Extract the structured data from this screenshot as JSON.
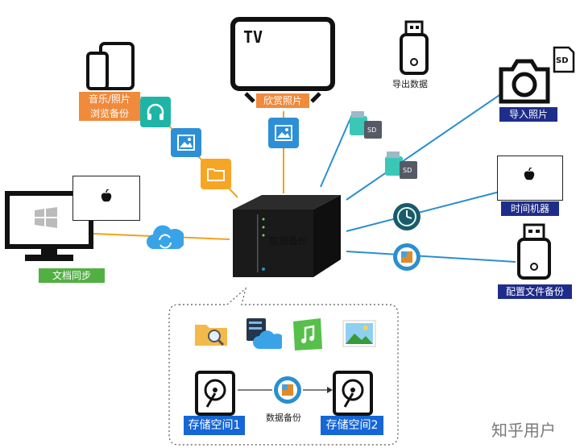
{
  "colors": {
    "orange_label": "#f08a3c",
    "green_label": "#52b043",
    "navy_label": "#1f2d8a",
    "blue_tile": "#2d8fd6",
    "teal_tile": "#1fb5a6",
    "yellow_tile": "#f6a623",
    "orange_line": "#f0a21a",
    "blue_line": "#2a8fcf",
    "storage_blue": "#1566d6"
  },
  "devices": {
    "phone_label_line1": "音乐/照片",
    "phone_label_line2": "浏览备份",
    "tv_text": "TV",
    "tv_label": "欣赏照片",
    "usb_export_label": "导出数据",
    "camera_label": "导入照片",
    "sd_text": "SD",
    "time_machine_label": "时间机器",
    "config_backup_label": "配置文件备份",
    "pc_label": "文档同步",
    "nas_text": "数据备份"
  },
  "backup": {
    "storage1_label": "存储空间1",
    "storage2_label": "存储空间2",
    "backup_label": "数据备份"
  },
  "watermark": "知乎用户"
}
